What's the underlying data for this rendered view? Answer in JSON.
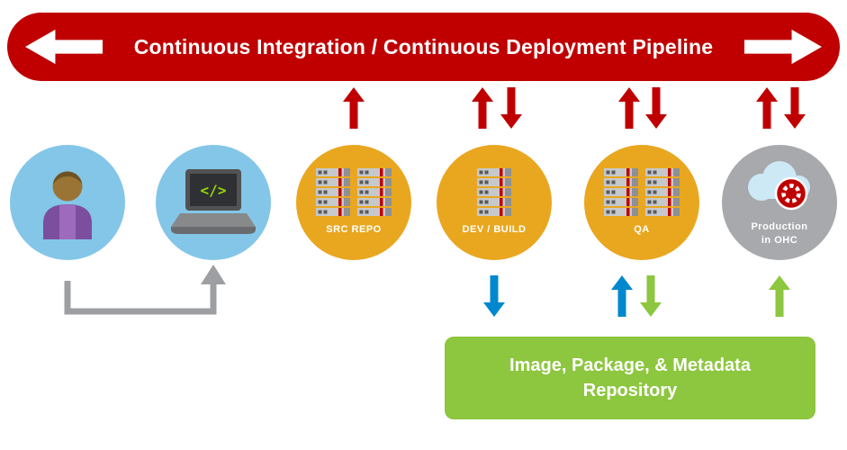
{
  "banner": {
    "title": "Continuous Integration / Continuous Deployment Pipeline"
  },
  "pipeline": {
    "nodes": [
      {
        "id": "developer",
        "icon": "person-icon",
        "label": ""
      },
      {
        "id": "workstation",
        "icon": "laptop-icon",
        "label": "",
        "code_glyph": "</>"
      },
      {
        "id": "src-repo",
        "icon": "server-stack-icon",
        "label": "SRC REPO"
      },
      {
        "id": "dev-build",
        "icon": "server-stack-icon",
        "label": "DEV / BUILD"
      },
      {
        "id": "qa",
        "icon": "server-stack-icon",
        "label": "QA"
      },
      {
        "id": "production",
        "icon": "cloud-icon",
        "label_line1": "Production",
        "label_line2": "in OHC"
      }
    ],
    "arrows": {
      "top_red": [
        {
          "node": "src-repo",
          "directions": [
            "up"
          ]
        },
        {
          "node": "dev-build",
          "directions": [
            "up",
            "down"
          ]
        },
        {
          "node": "qa",
          "directions": [
            "up",
            "down"
          ]
        },
        {
          "node": "production",
          "directions": [
            "up",
            "down"
          ]
        }
      ],
      "bottom": [
        {
          "node": "dev-build",
          "direction": "down",
          "color": "#0088ce"
        },
        {
          "node": "qa",
          "direction": "up",
          "color": "#0088ce"
        },
        {
          "node": "qa",
          "direction": "down",
          "color": "#8dc63f"
        },
        {
          "node": "production",
          "direction": "up",
          "color": "#8dc63f"
        }
      ]
    }
  },
  "repository_box": {
    "line1": "Image, Package, & Metadata",
    "line2": "Repository"
  },
  "colors": {
    "pipeline_red": "#c00000",
    "node_gold": "#e9a720",
    "node_blue": "#84c6e8",
    "node_gray": "#a7a9ac",
    "repo_green": "#8dc63f",
    "arrow_blue": "#0088ce",
    "arrow_green": "#8dc63f",
    "arrow_red": "#c00000",
    "connector_gray": "#9d9fa2"
  }
}
